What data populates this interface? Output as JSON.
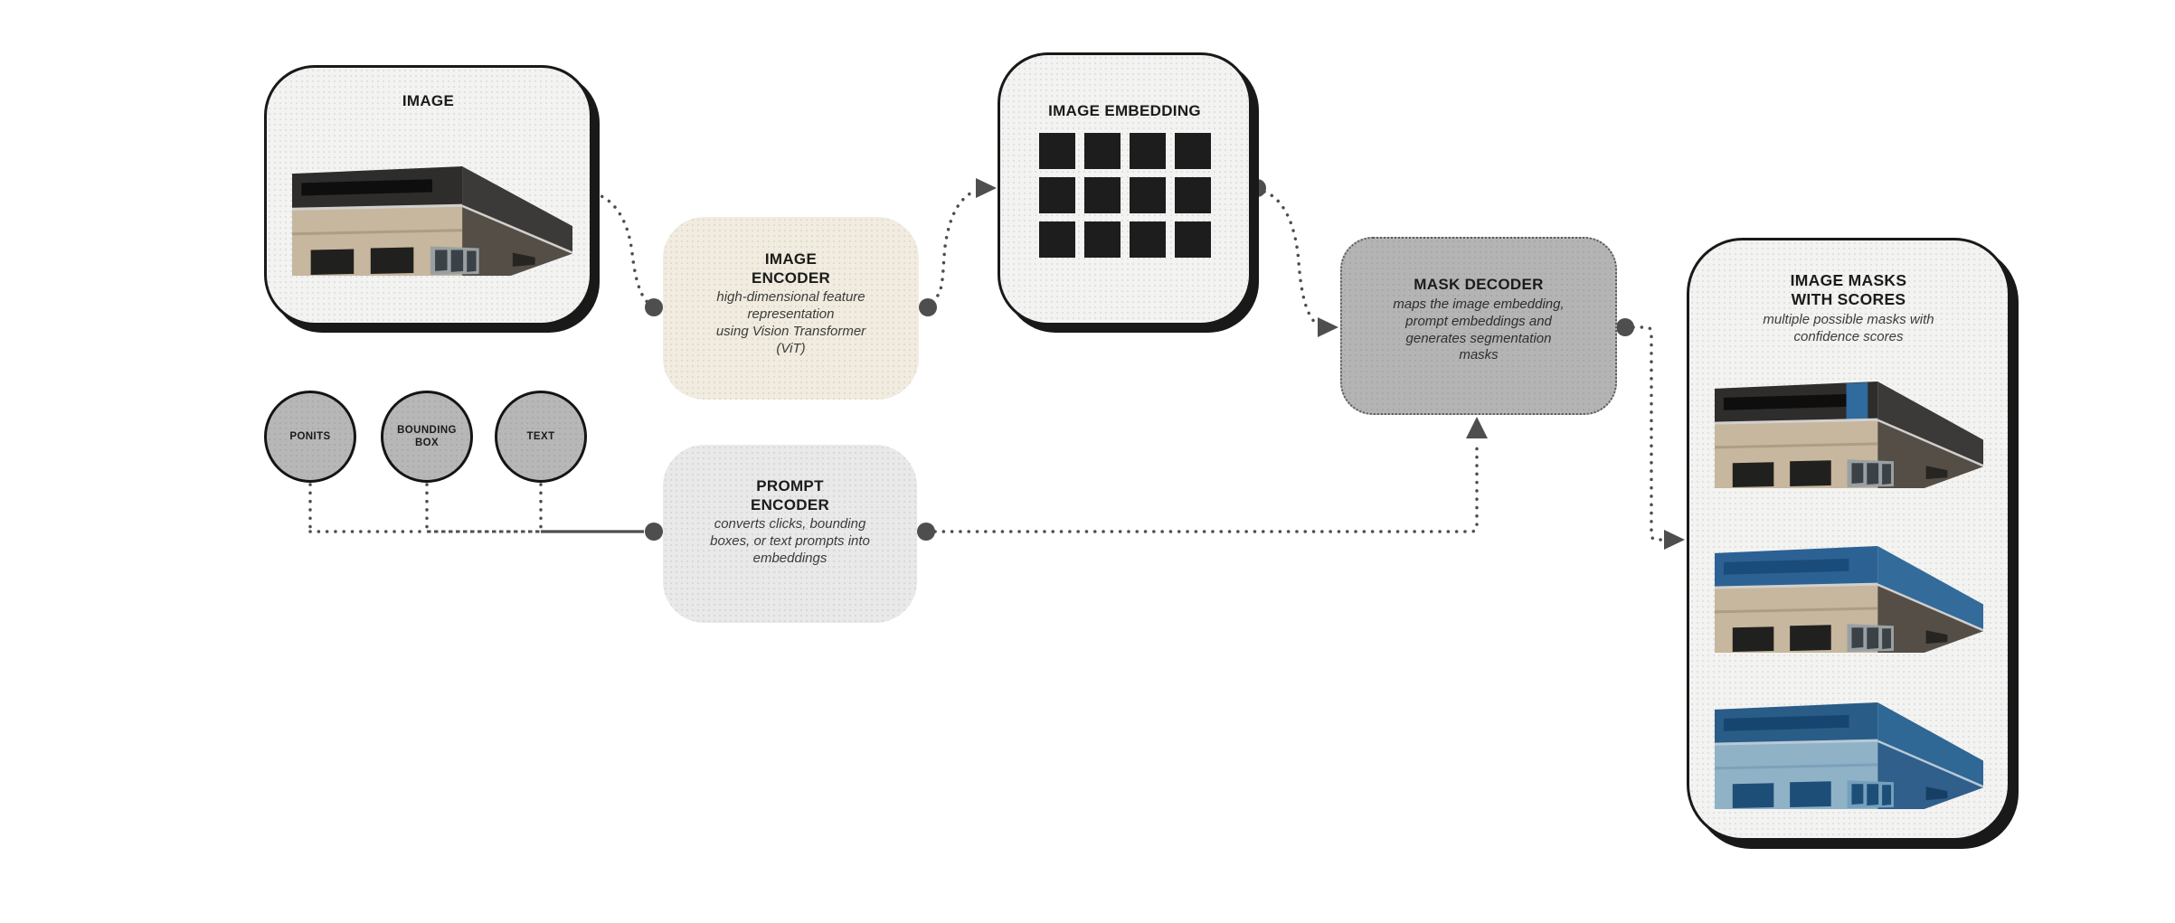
{
  "diagram": {
    "background": "#ffffff",
    "connector_color": "#4e4e4e",
    "nodes": {
      "image": {
        "title": "IMAGE",
        "bg": "#f3f3f2"
      },
      "image_encoder": {
        "title": "IMAGE\nENCODER",
        "desc": "high-dimensional feature\nrepresentation\nusing Vision Transformer\n(ViT)",
        "bg": "#f1ecdf"
      },
      "image_embedding": {
        "title": "IMAGE EMBEDDING",
        "bg": "#f3f3f2",
        "grid": {
          "rows": 3,
          "cols": 4,
          "cell_color": "#1d1d1d"
        }
      },
      "mask_decoder": {
        "title": "MASK DECODER",
        "desc": "maps the image embedding,\nprompt embeddings and\ngenerates segmentation\nmasks",
        "bg": "#b4b4b4"
      },
      "prompt_encoder": {
        "title": "PROMPT\nENCODER",
        "desc": "converts clicks, bounding\nboxes, or text prompts into\nembeddings",
        "bg": "#e9e9e9"
      },
      "image_masks": {
        "title": "IMAGE MASKS\nWITH SCORES",
        "desc": "multiple possible masks with\nconfidence scores",
        "bg": "#f3f3f2"
      }
    },
    "prompts": [
      {
        "label": "PONITS",
        "bg": "#b7b7b7"
      },
      {
        "label": "BOUNDING\nBOX",
        "bg": "#b7b7b7"
      },
      {
        "label": "TEXT",
        "bg": "#b7b7b7"
      }
    ],
    "mask_variants": [
      "mask_column",
      "mask_roof",
      "mask_full"
    ],
    "building_palettes": {
      "normal": {
        "front_roof": "#2e2d2c",
        "roof_stripe": "#0e0e0e",
        "side_roof": "#3b3a39",
        "parapet": "#d2d0cc",
        "facade": "#c6b79e",
        "floor_line": "#ac9e85",
        "window": "#20201e",
        "frame": "#9aa0a2",
        "pane": "#3a4247",
        "side_wall": "#554e46",
        "side_window": "#262522",
        "column": null
      },
      "mask_column": {
        "front_roof": "#2e2d2c",
        "roof_stripe": "#0e0e0e",
        "side_roof": "#3b3a39",
        "parapet": "#d2d0cc",
        "facade": "#c6b79e",
        "floor_line": "#ac9e85",
        "window": "#20201e",
        "frame": "#9aa0a2",
        "pane": "#3a4247",
        "side_wall": "#554e46",
        "side_window": "#262522",
        "column": "#2f6b9d"
      },
      "mask_roof": {
        "front_roof": "#2c6293",
        "roof_stripe": "#1a4c7b",
        "side_roof": "#336b9b",
        "parapet": "#d2d0cc",
        "facade": "#c6b79e",
        "floor_line": "#ac9e85",
        "window": "#20201e",
        "frame": "#9aa0a2",
        "pane": "#3a4247",
        "side_wall": "#554e46",
        "side_window": "#262522",
        "column": null
      },
      "mask_full": {
        "front_roof": "#2a5c88",
        "roof_stripe": "#16456f",
        "side_roof": "#2f6795",
        "parapet": "#b7c9d6",
        "facade": "#8fb2c7",
        "floor_line": "#7ba2ba",
        "window": "#1d4e78",
        "frame": "#74a0bc",
        "pane": "#1d4e78",
        "side_wall": "#2f5f8a",
        "side_window": "#173f63",
        "column": null
      }
    }
  }
}
